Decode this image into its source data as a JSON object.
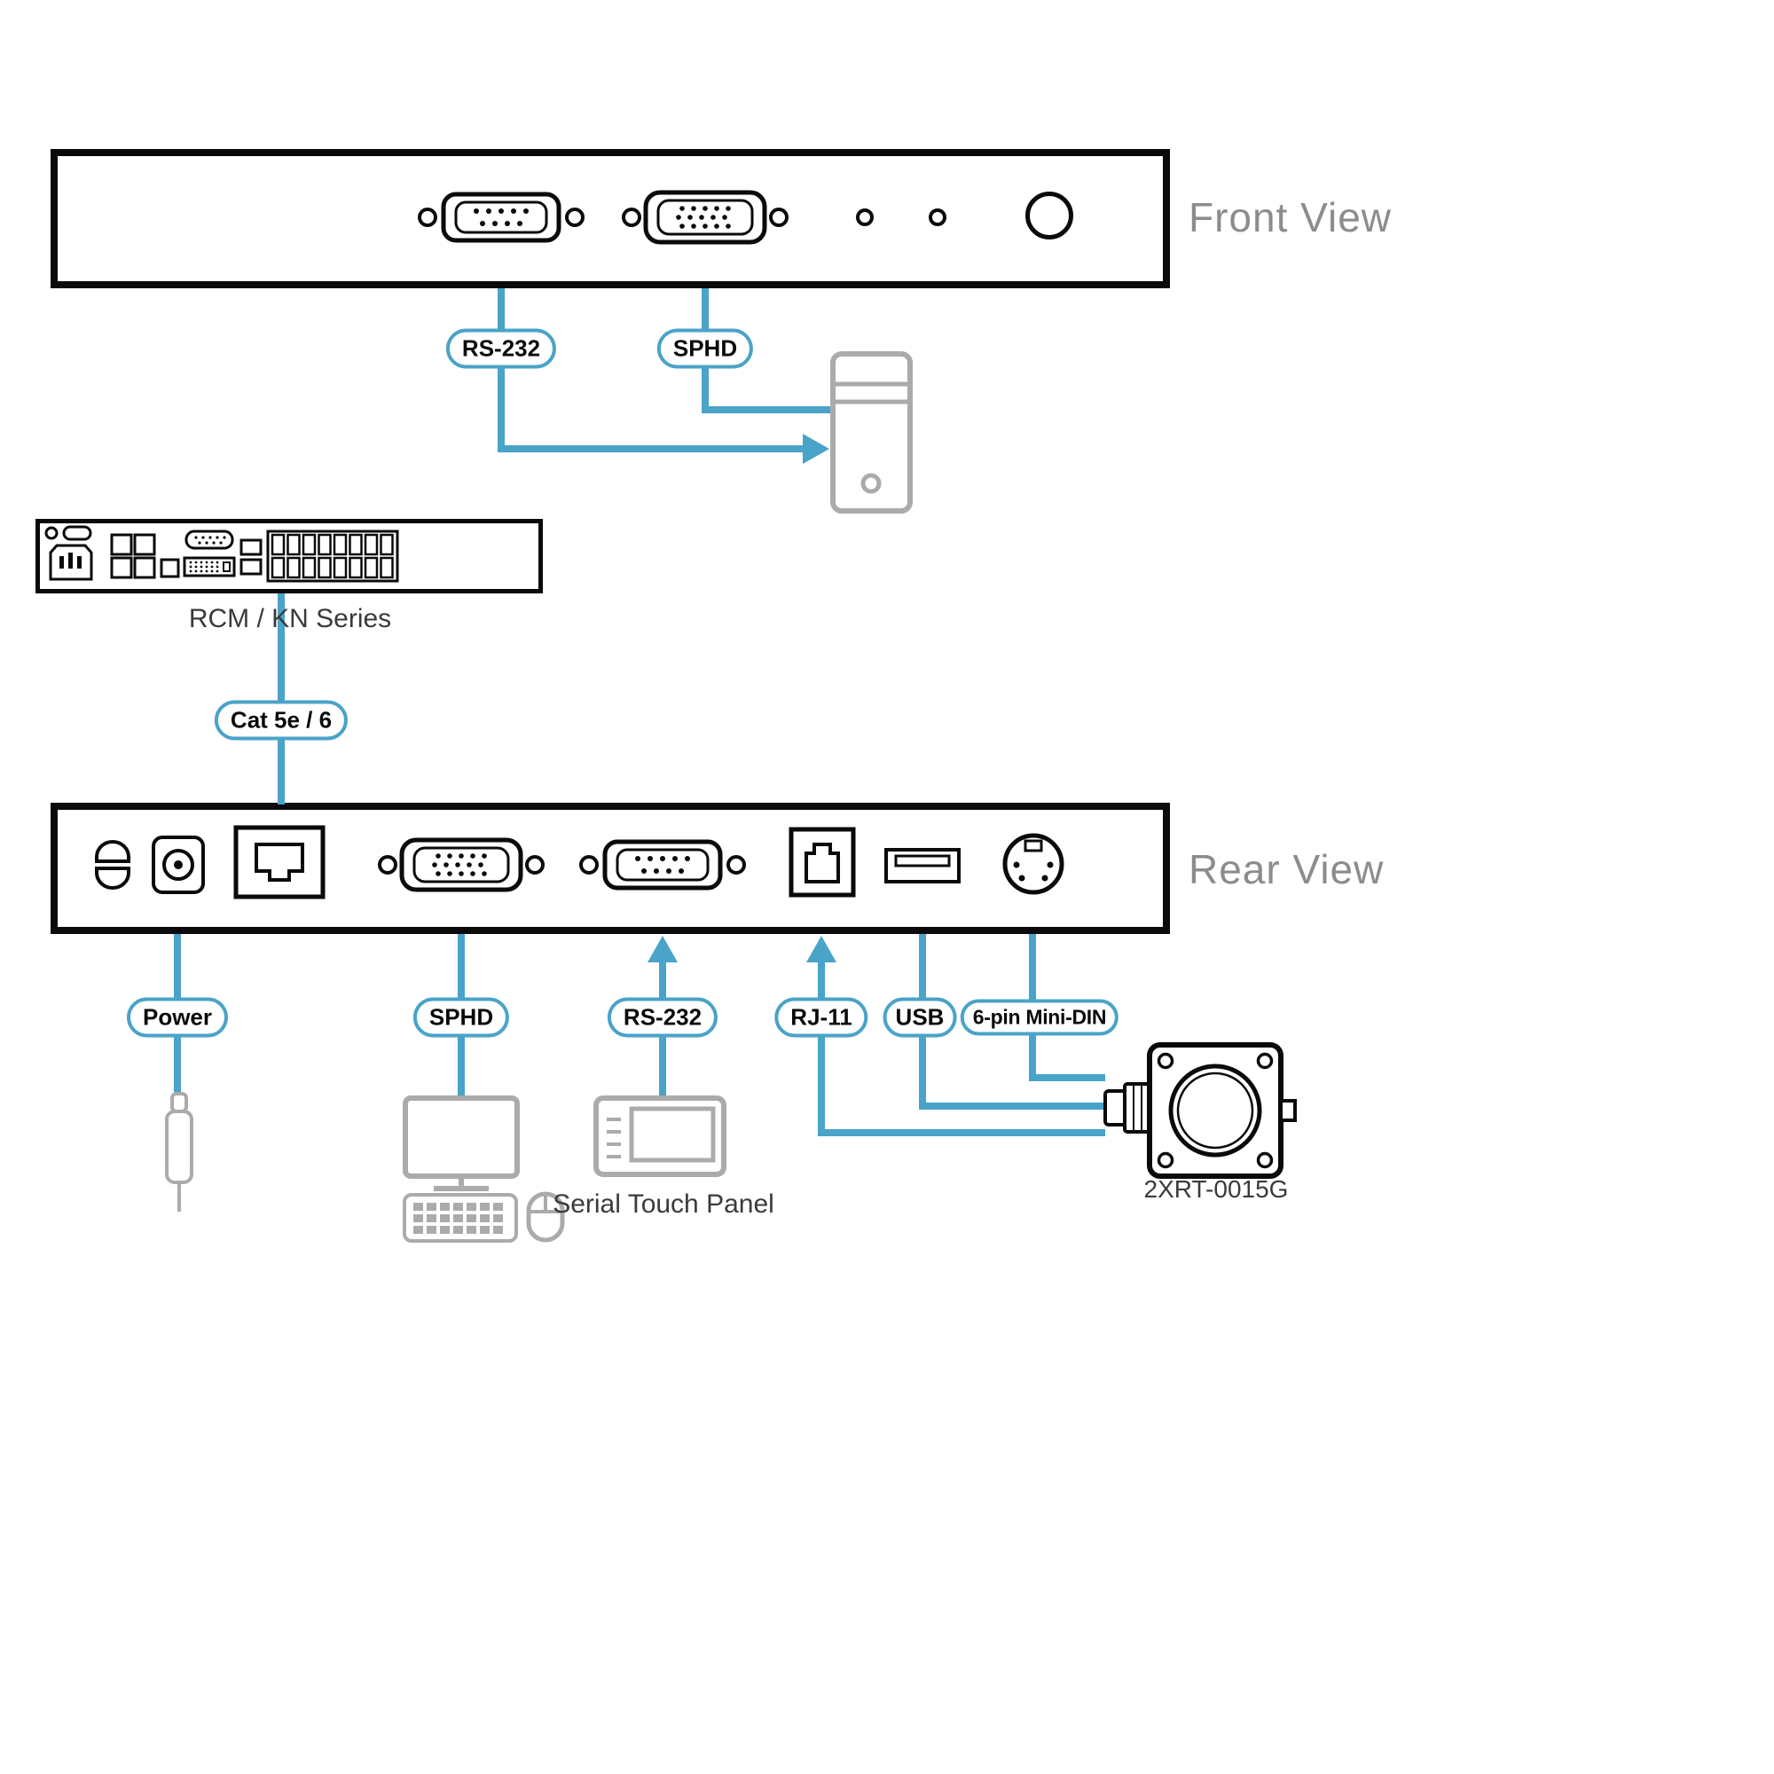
{
  "diagram": {
    "front": {
      "view_label": "Front View",
      "pill_rs232": "RS-232",
      "pill_sphd": "SPHD"
    },
    "kvm_switch": {
      "label": "RCM / KN Series",
      "pill_cat5": "Cat 5e / 6"
    },
    "rear": {
      "view_label": "Rear View",
      "pill_power": "Power",
      "pill_sphd": "SPHD",
      "pill_rs232": "RS-232",
      "pill_rj11": "RJ-11",
      "pill_usb": "USB",
      "pill_minidin": "6-pin Mini-DIN"
    },
    "peripherals": {
      "touch_panel_label": "Serial Touch Panel",
      "controller_label": "2XRT-0015G"
    },
    "colors": {
      "accent_line": "#4AA3C8",
      "device_outline": "#0A0A0A",
      "peripheral_gray": "#ABABAB",
      "view_label_gray": "#8C8C8C"
    },
    "icons": {
      "front_panel": [
        "db9-serial-port-icon",
        "sphd-video-port-icon",
        "led-indicator-icon",
        "led-indicator-icon",
        "power-button-icon"
      ],
      "rear_panel": [
        "power-switch-icon",
        "dc-jack-icon",
        "rj45-port-icon",
        "sphd-video-port-icon",
        "db9-serial-port-icon",
        "rj11-port-icon",
        "usb-port-icon",
        "minidin-port-icon"
      ],
      "peripherals": [
        "computer-tower-icon",
        "power-plug-icon",
        "monitor-icon",
        "keyboard-icon",
        "mouse-icon",
        "touch-panel-icon",
        "touch-controller-icon"
      ]
    }
  }
}
